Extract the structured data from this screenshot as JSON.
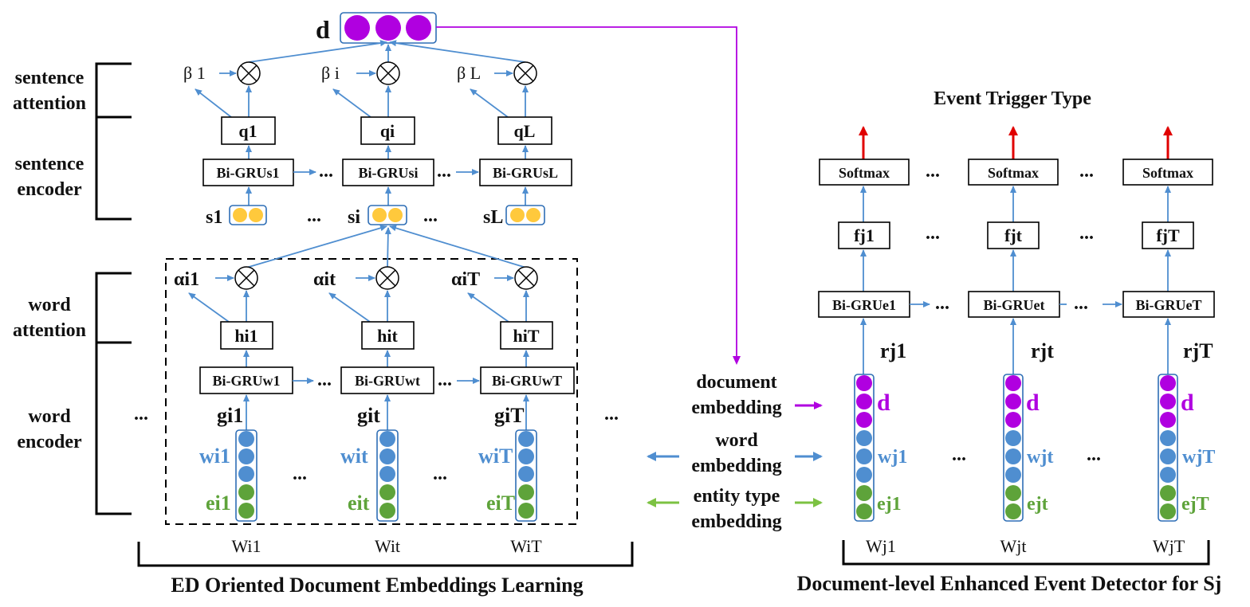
{
  "diagram": {
    "doc_label": "d",
    "left": {
      "section_labels": [
        "sentence",
        "attention",
        "sentence",
        "encoder",
        "word",
        "attention",
        "word",
        "encoder"
      ],
      "betas": [
        "β 1",
        "β i",
        "β L"
      ],
      "q_labels": [
        "q1",
        "qi",
        "qL"
      ],
      "sent_gru": [
        "Bi-GRUs1",
        "Bi-GRUsi",
        "Bi-GRUsL"
      ],
      "s_labels": [
        "s1",
        "si",
        "sL"
      ],
      "alphas": [
        "αi1",
        "αit",
        "αiT"
      ],
      "h_labels": [
        "hi1",
        "hit",
        "hiT"
      ],
      "word_gru": [
        "Bi-GRUw1",
        "Bi-GRUwt",
        "Bi-GRUwT"
      ],
      "g_labels": [
        "gi1",
        "git",
        "giT"
      ],
      "w_labels": [
        "wi1",
        "wit",
        "wiT"
      ],
      "e_labels": [
        "ei1",
        "eit",
        "eiT"
      ],
      "W_labels": [
        "Wi1",
        "Wit",
        "WiT"
      ],
      "ellipsis": "...",
      "caption": "ED Oriented Document Embeddings Learning"
    },
    "middle": {
      "doc_emb": [
        "document",
        "embedding"
      ],
      "word_emb": [
        "word",
        "embedding"
      ],
      "ent_emb": [
        "entity type",
        "embedding"
      ]
    },
    "right": {
      "title": "Event Trigger Type",
      "softmax": [
        "Softmax",
        "Softmax",
        "Softmax"
      ],
      "f_labels": [
        "fj1",
        "fjt",
        "fjT"
      ],
      "gru": [
        "Bi-GRUe1",
        "Bi-GRUet",
        "Bi-GRUeT"
      ],
      "r_labels": [
        "rj1",
        "rjt",
        "rjT"
      ],
      "d_labels": [
        "d",
        "d",
        "d"
      ],
      "w_labels": [
        "wj1",
        "wjt",
        "wjT"
      ],
      "e_labels": [
        "ej1",
        "ejt",
        "ejT"
      ],
      "W_labels": [
        "Wj1",
        "Wjt",
        "WjT"
      ],
      "caption": "Document-level Enhanced Event Detector for Sj"
    },
    "colors": {
      "purple": "#b000e0",
      "blue": "#4f8ed0",
      "green": "#5ea33a",
      "yellow": "#ffc93c",
      "red": "#e00000",
      "arrow_green": "#7cc242"
    }
  }
}
